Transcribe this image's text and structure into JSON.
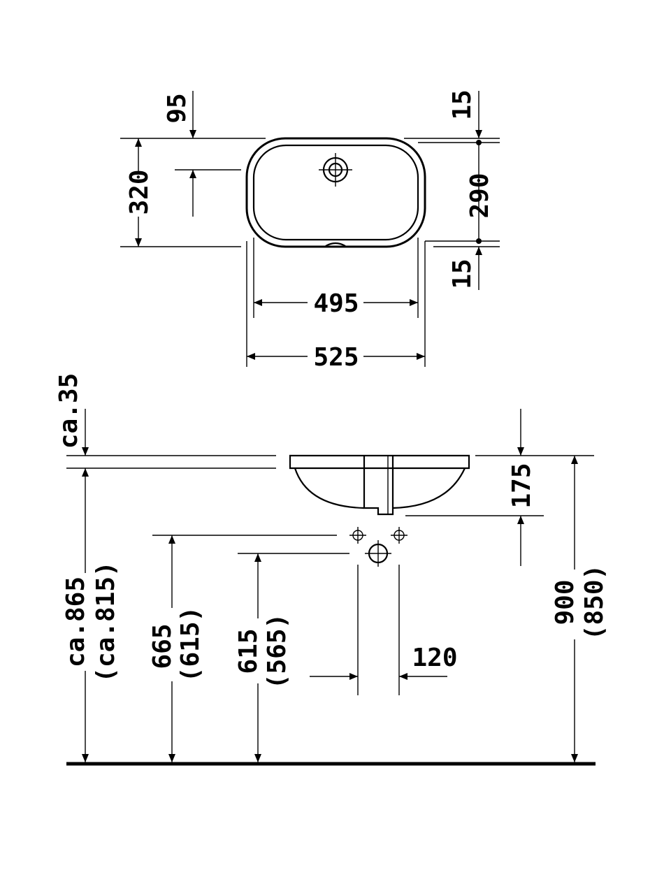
{
  "top_view": {
    "dim_95": "95",
    "dim_320": "320",
    "dim_15_top": "15",
    "dim_290": "290",
    "dim_15_bottom": "15",
    "dim_495": "495",
    "dim_525": "525"
  },
  "side_view": {
    "dim_ca35": "ca.35",
    "dim_175": "175",
    "dim_ca865": "ca.865",
    "dim_ca815": "(ca.815)",
    "dim_665": "665",
    "dim_615_paren": "(615)",
    "dim_615": "615",
    "dim_565": "(565)",
    "dim_120": "120",
    "dim_900": "900",
    "dim_850": "(850)"
  }
}
